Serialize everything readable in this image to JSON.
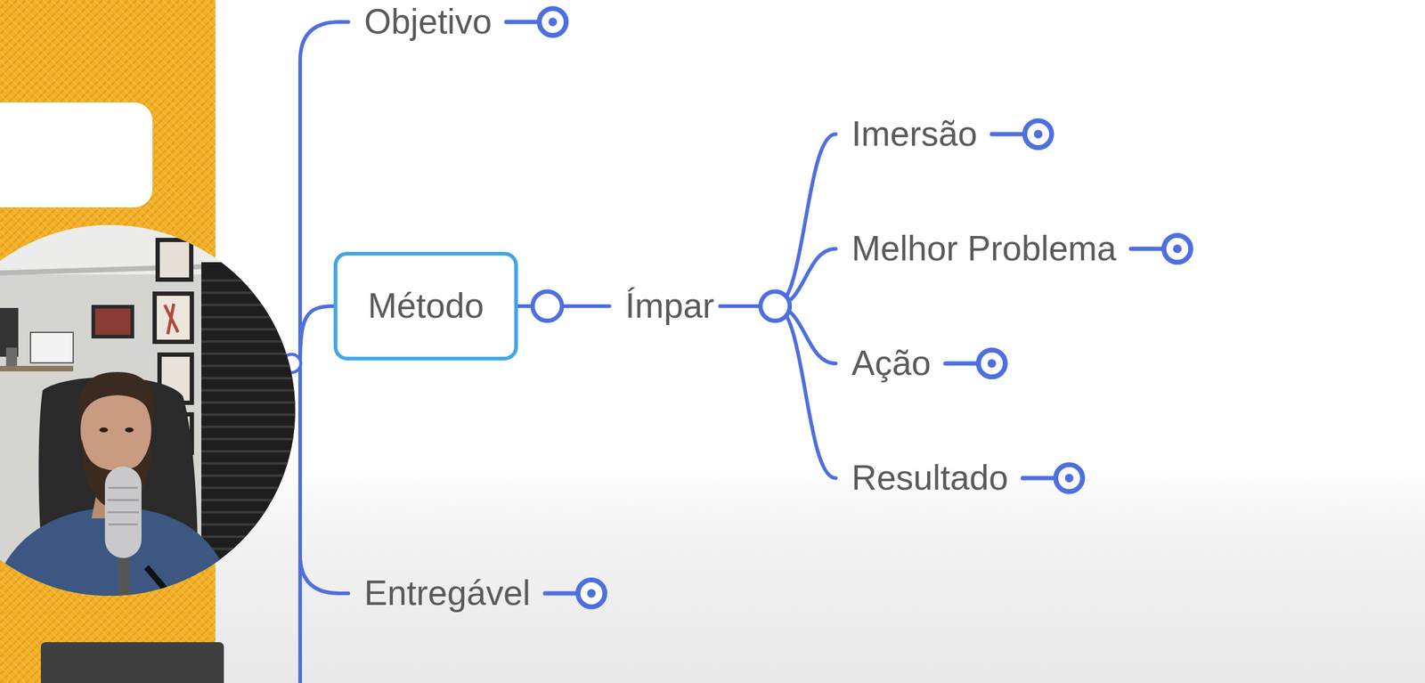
{
  "diagram": {
    "nodes": [
      {
        "text": [
          "Objetivo"
        ]
      },
      {
        "text": [
          "Método"
        ]
      },
      {
        "text": [
          "Ímpar"
        ]
      },
      {
        "text": [
          "Imersão"
        ]
      },
      {
        "text": [
          "Melhor Problema"
        ]
      },
      {
        "text": [
          "Ação"
        ]
      },
      {
        "text": [
          "Resultado"
        ]
      },
      {
        "text": [
          "Entregável"
        ]
      }
    ],
    "edges": [
      {
        "from": 1,
        "to": 2,
        "arrow": "none"
      },
      {
        "from": 2,
        "to": 3,
        "arrow": "none"
      },
      {
        "from": 2,
        "to": 4,
        "arrow": "none"
      },
      {
        "from": 2,
        "to": 5,
        "arrow": "none"
      },
      {
        "from": 2,
        "to": 6,
        "arrow": "none"
      }
    ]
  }
}
